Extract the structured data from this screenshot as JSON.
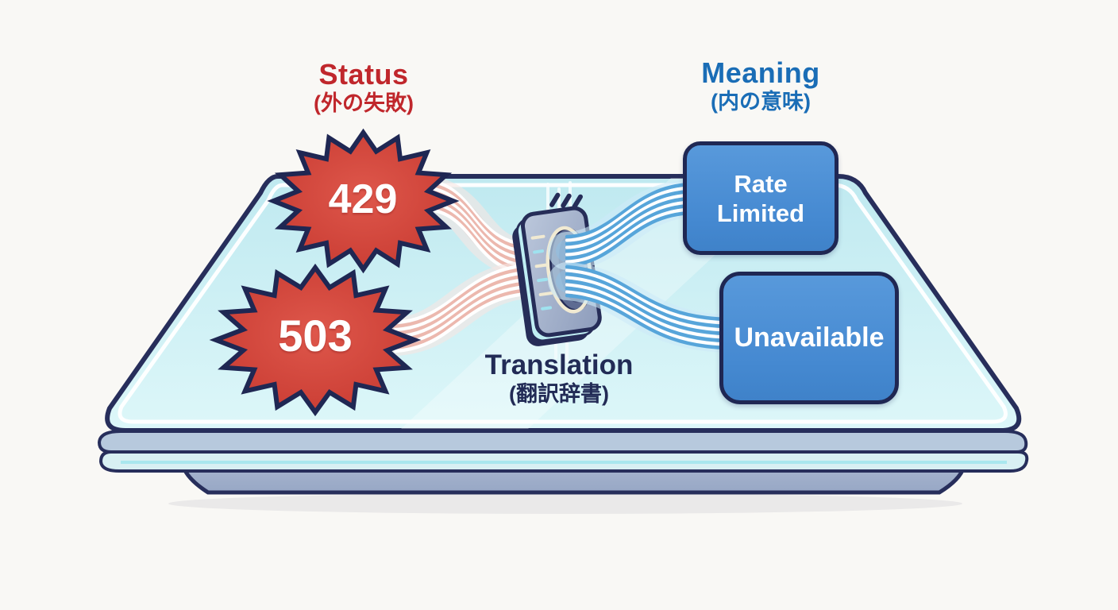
{
  "headers": {
    "status": {
      "title": "Status",
      "subtitle": "(外の失敗)"
    },
    "meaning": {
      "title": "Meaning",
      "subtitle": "(内の意味)"
    }
  },
  "status_badges": [
    {
      "code": "429"
    },
    {
      "code": "503"
    }
  ],
  "meaning_boxes": [
    {
      "label": "Rate Limited"
    },
    {
      "label": "Unavailable"
    }
  ],
  "translator": {
    "title": "Translation",
    "subtitle": "(翻訳辞書)"
  },
  "colors": {
    "status_accent": "#c0272c",
    "meaning_accent": "#1a6db6",
    "badge_fill": "#d4473e",
    "box_fill": "#4a90d5",
    "outline_navy": "#1f2753",
    "tray_surface": "#c9eef4",
    "ribbon_left_tint": "#ecb8ae",
    "ribbon_right_tint": "#57a5da"
  }
}
